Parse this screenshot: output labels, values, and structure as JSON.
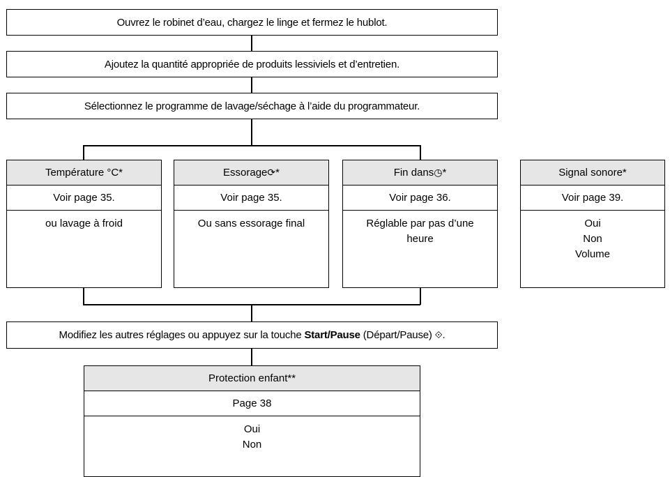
{
  "steps": {
    "s1": "Ouvrez le robinet d’eau, chargez le linge et fermez le hublot.",
    "s2": "Ajoutez la quantité appropriée de produits lessiviels et d’entretien.",
    "s3": "Sélectionnez le programme de lavage/séchage à l’aide du programmateur.",
    "s4_pre": "Modifiez les autres réglages ou appuyez sur la touche ",
    "s4_bold": "Start/Pause",
    "s4_post": " (Départ/Pause) ",
    "s4_sym": "⟐",
    "s4_end": "."
  },
  "options": [
    {
      "title": "Température °C*",
      "page": "Voir page 35.",
      "lines": [
        "ou lavage à froid"
      ]
    },
    {
      "title": "Essorage ",
      "title_sym": "⟳",
      "title_suffix": "*",
      "page": "Voir page 35.",
      "lines": [
        "Ou sans essorage final"
      ]
    },
    {
      "title": "Fin dans ",
      "title_sym": "◷",
      "title_suffix": "*",
      "page": "Voir page 36.",
      "lines": [
        "Réglable par pas d’une",
        "heure"
      ]
    },
    {
      "title": "Signal sonore*",
      "page": "Voir page 39.",
      "lines": [
        "Oui",
        "Non",
        "Volume"
      ]
    }
  ],
  "child_lock": {
    "title": "Protection enfant**",
    "page": "Page 38",
    "lines": [
      "Oui",
      "Non"
    ]
  }
}
